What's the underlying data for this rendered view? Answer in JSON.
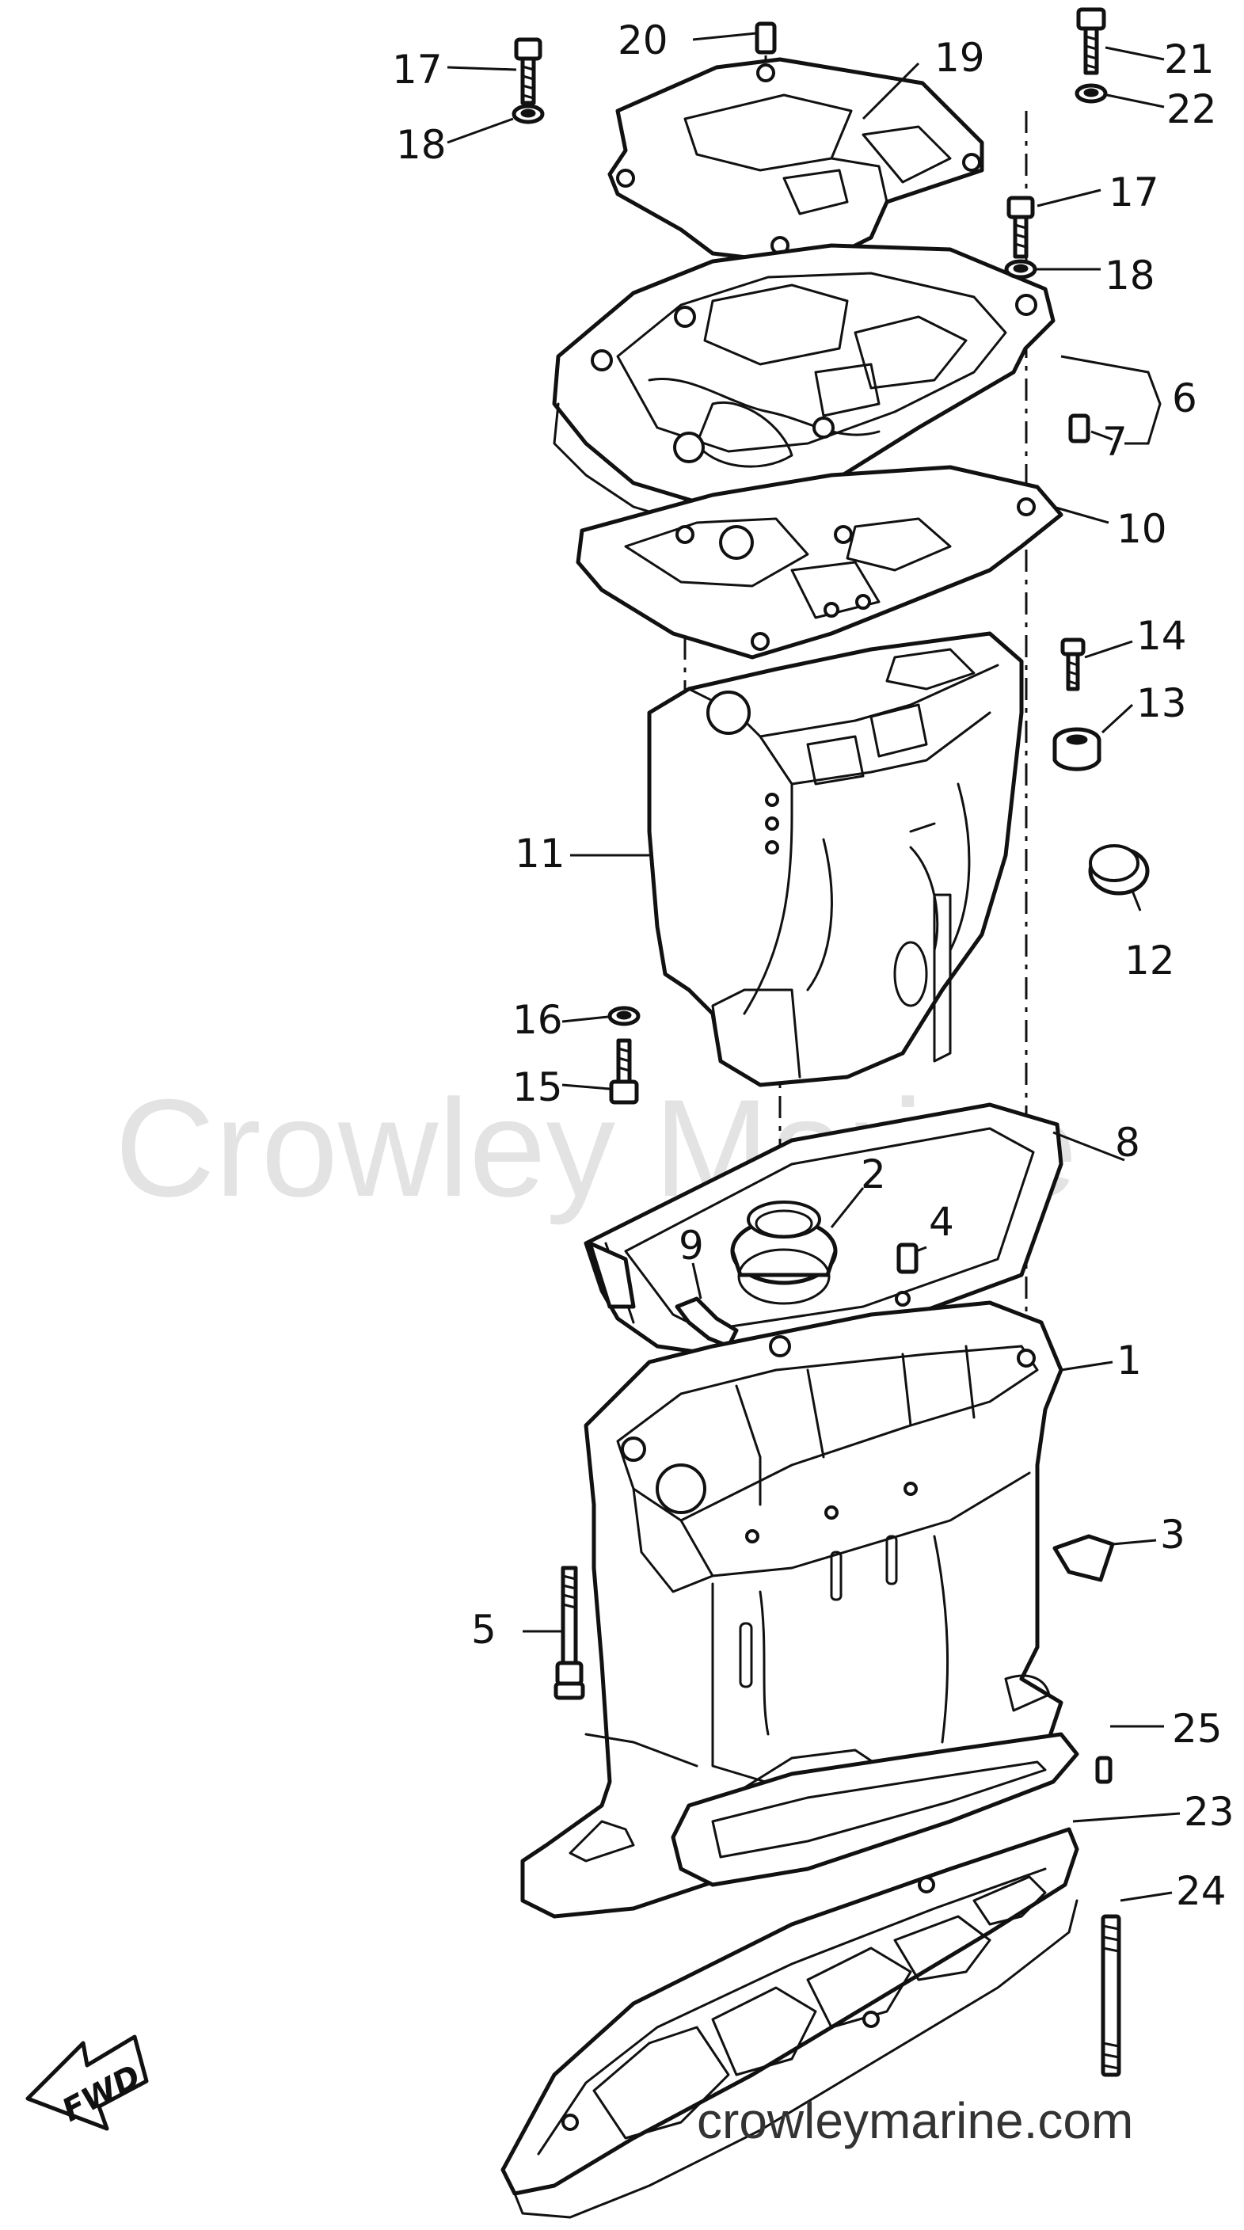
{
  "watermark": "Crowley Marine",
  "site_url": "crowleymarine.com",
  "direction_arrow": "FWD",
  "part_callouts": [
    {
      "number": "1"
    },
    {
      "number": "2"
    },
    {
      "number": "3"
    },
    {
      "number": "4"
    },
    {
      "number": "5"
    },
    {
      "number": "6"
    },
    {
      "number": "7"
    },
    {
      "number": "8"
    },
    {
      "number": "9"
    },
    {
      "number": "10"
    },
    {
      "number": "11"
    },
    {
      "number": "12"
    },
    {
      "number": "13"
    },
    {
      "number": "14"
    },
    {
      "number": "15"
    },
    {
      "number": "16"
    },
    {
      "number": "17"
    },
    {
      "number": "18"
    },
    {
      "number": "19"
    },
    {
      "number": "20"
    },
    {
      "number": "21"
    },
    {
      "number": "22"
    },
    {
      "number": "17"
    },
    {
      "number": "18"
    },
    {
      "number": "23"
    },
    {
      "number": "24"
    },
    {
      "number": "25"
    }
  ]
}
